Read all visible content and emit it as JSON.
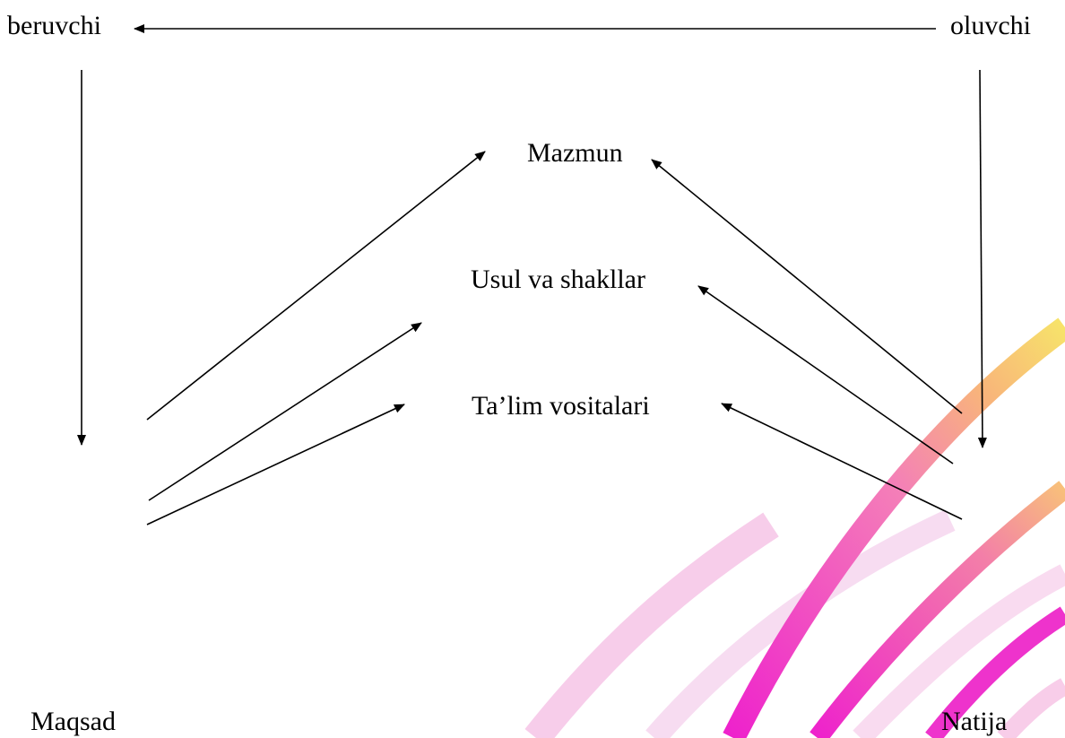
{
  "nodes": {
    "beruvchi": "beruvchi",
    "oluvchi": "oluvchi",
    "mazmun": "Mazmun",
    "usul": "Usul va shakllar",
    "talim": "Ta’lim vositalari",
    "maqsad": "Maqsad",
    "natija": "Natija"
  },
  "colors": {
    "text": "#000000",
    "arrow": "#000000",
    "swoosh_magenta": "#ee22cc",
    "swoosh_pink": "#f6a6dd",
    "swoosh_yellow": "#f7e36a",
    "swoosh_orange": "#f8b57a"
  }
}
